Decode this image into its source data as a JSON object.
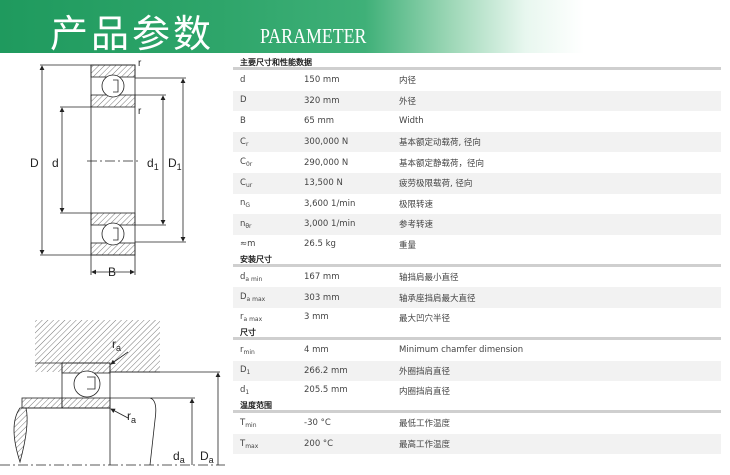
{
  "banner": {
    "title_cn": "产品参数",
    "title_en": "PARAMETER"
  },
  "diagram_labels": {
    "D": "D",
    "d": "d",
    "d1": "d",
    "d1_sub": "1",
    "D1": "D",
    "D1_sub": "1",
    "B": "B",
    "r_top": "r",
    "r_mid": "r",
    "ra1": "r",
    "ra1_sub": "a",
    "ra2": "r",
    "ra2_sub": "a",
    "da": "d",
    "da_sub": "a",
    "Da": "D",
    "Da_sub": "a"
  },
  "sections": [
    {
      "title": "主要尺寸和性能数据",
      "rows": [
        {
          "sym": "d",
          "sub": "",
          "value": "150 mm",
          "desc": "内径"
        },
        {
          "sym": "D",
          "sub": "",
          "value": "320 mm",
          "desc": "外径"
        },
        {
          "sym": "B",
          "sub": "",
          "value": "65 mm",
          "desc": "Width"
        },
        {
          "sym": "C",
          "sub": "r",
          "value": "300,000 N",
          "desc": "基本额定动载荷, 径向"
        },
        {
          "sym": "C",
          "sub": "0r",
          "value": "290,000 N",
          "desc": "基本额定静载荷，径向"
        },
        {
          "sym": "C",
          "sub": "ur",
          "value": "13,500 N",
          "desc": "疲劳极限载荷, 径向"
        },
        {
          "sym": "n",
          "sub": "G",
          "value": "3,600 1/min",
          "desc": "极限转速"
        },
        {
          "sym": "n",
          "sub": "θr",
          "value": "3,000 1/min",
          "desc": "参考转速"
        },
        {
          "sym": "≈m",
          "sub": "",
          "value": "26.5 kg",
          "desc": "重量"
        }
      ]
    },
    {
      "title": "安装尺寸",
      "rows": [
        {
          "sym": "d",
          "sub": "a min",
          "value": "167 mm",
          "desc": "轴挡肩最小直径"
        },
        {
          "sym": "D",
          "sub": "a max",
          "value": "303 mm",
          "desc": "轴承座挡肩最大直径"
        },
        {
          "sym": "r",
          "sub": "a max",
          "value": "3 mm",
          "desc": "最大凹穴半径"
        }
      ]
    },
    {
      "title": "尺寸",
      "rows": [
        {
          "sym": "r",
          "sub": "min",
          "value": "4 mm",
          "desc": "Minimum chamfer dimension"
        },
        {
          "sym": "D",
          "sub": "1",
          "value": "266.2 mm",
          "desc": "外圈挡肩直径"
        },
        {
          "sym": "d",
          "sub": "1",
          "value": "205.5 mm",
          "desc": "内圈挡肩直径"
        }
      ]
    },
    {
      "title": "温度范围",
      "rows": [
        {
          "sym": "T",
          "sub": "min",
          "value": "-30 °C",
          "desc": "最低工作温度"
        },
        {
          "sym": "T",
          "sub": "max",
          "value": "200 °C",
          "desc": "最高工作温度"
        }
      ]
    }
  ]
}
